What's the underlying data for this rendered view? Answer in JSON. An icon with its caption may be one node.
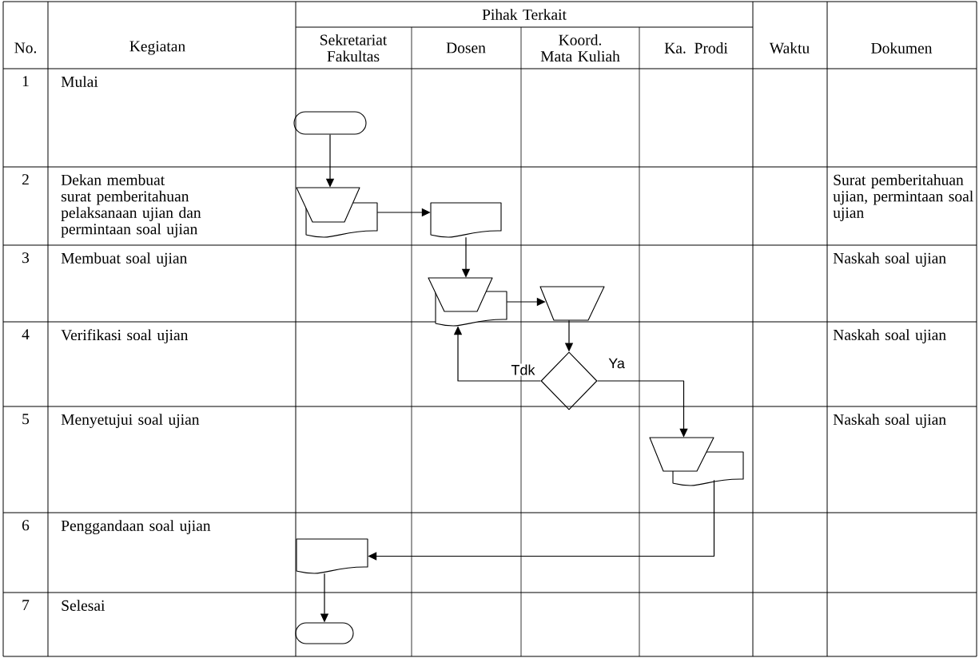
{
  "diagram": {
    "nodes": [
      {
        "text": [],
        "shape": "terminator"
      },
      {
        "text": [],
        "shape": "document"
      },
      {
        "text": [],
        "shape": "document"
      },
      {
        "text": [],
        "shape": "document"
      },
      {
        "text": [],
        "shape": "trapezoid"
      },
      {
        "text": [],
        "shape": "diamond"
      },
      {
        "text": [],
        "shape": "document"
      },
      {
        "text": [],
        "shape": "document"
      },
      {
        "text": [],
        "shape": "terminator"
      }
    ],
    "edges": [
      {
        "from": 0,
        "to": 1,
        "arrow": "to"
      },
      {
        "from": 1,
        "to": 2,
        "arrow": "to"
      },
      {
        "from": 2,
        "to": 3,
        "arrow": "to"
      },
      {
        "from": 3,
        "to": 4,
        "arrow": "to"
      },
      {
        "from": 4,
        "to": 5,
        "arrow": "to"
      },
      {
        "from": 5,
        "to": 3,
        "arrow": "to",
        "label": "Tdk"
      },
      {
        "from": 5,
        "to": 6,
        "arrow": "to",
        "label": "Ya"
      },
      {
        "from": 6,
        "to": 7,
        "arrow": "to"
      },
      {
        "from": 7,
        "to": 8,
        "arrow": "to"
      }
    ],
    "labels": [
      "Pihak Terkait",
      "No.",
      "Kegiatan",
      "Sekretariat Fakultas",
      "Dosen",
      "Koord. Mata Kuliah",
      "Ka. Prodi",
      "Waktu",
      "Dokumen",
      "1",
      "Mulai",
      "2",
      "Dekan membuat surat pemberitahuan pelaksanaan ujian dan permintaan soal ujian",
      "Surat pemberitahuan ujian, permintaan soal ujian",
      "3",
      "Membuat soal ujian",
      "Naskah soal ujian",
      "4",
      "Verifikasi soal ujian",
      "Naskah soal ujian",
      "5",
      "Menyetujui soal ujian",
      "Naskah soal ujian",
      "6",
      "Penggandaan soal ujian",
      "7",
      "Selesai"
    ]
  }
}
